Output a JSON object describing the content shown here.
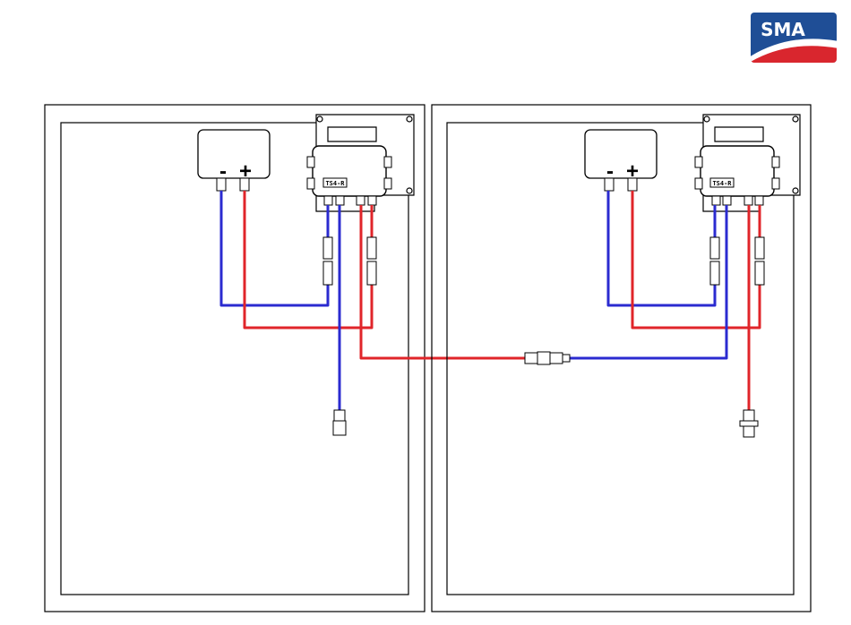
{
  "logo": {
    "text": "SMA",
    "colors": {
      "blue": "#1f4e96",
      "red": "#d9262e"
    }
  },
  "modules": [
    {
      "junction_box": {
        "minus": "-",
        "plus": "+"
      },
      "optimizer_label": "TS4-R"
    },
    {
      "junction_box": {
        "minus": "-",
        "plus": "+"
      },
      "optimizer_label": "TS4-R"
    }
  ],
  "wires": {
    "negative_color": "#2b2bd0",
    "positive_color": "#e0252a"
  }
}
